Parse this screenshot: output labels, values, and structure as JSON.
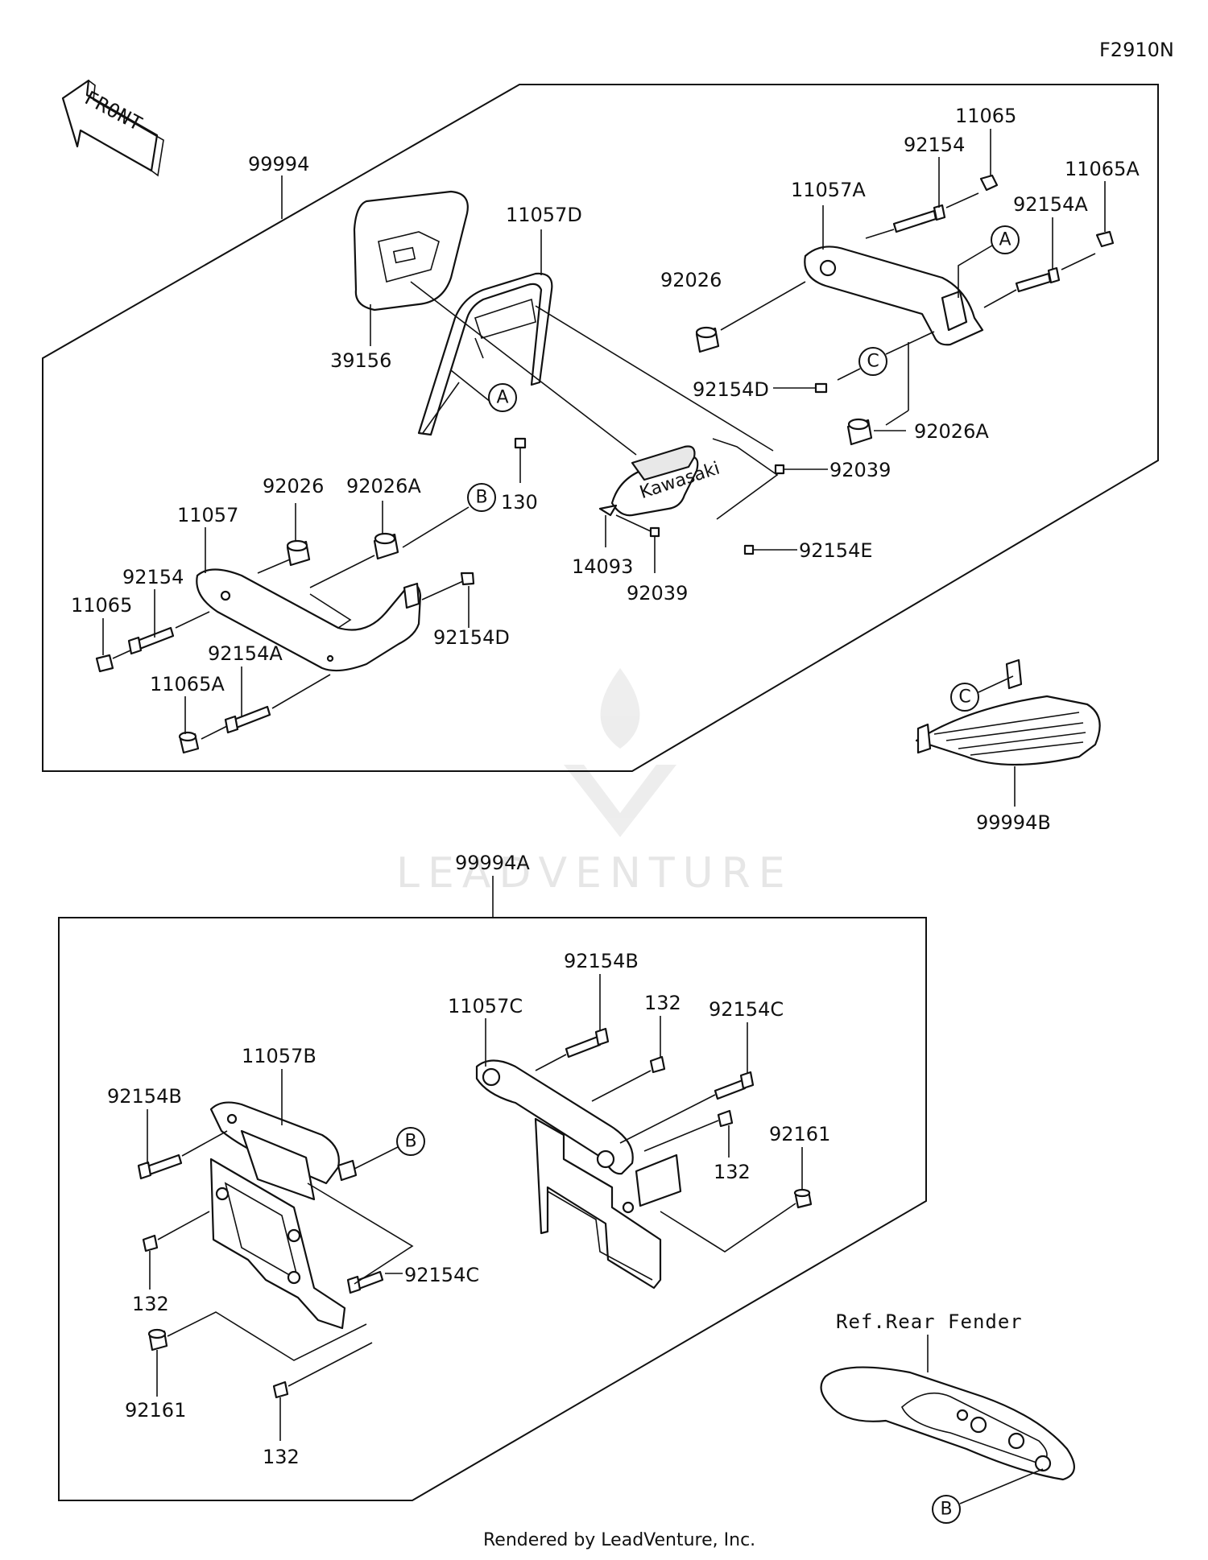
{
  "figure_id": "F2910N",
  "front_arrow_label": "FRONT",
  "footer": "Rendered by LeadVenture, Inc.",
  "watermark": "LEADVENTURE",
  "reference_label": "Ref.Rear Fender",
  "callouts": {
    "a1": "A",
    "a2": "A",
    "b1": "B",
    "b2": "B",
    "b3": "B",
    "c1": "C",
    "c2": "C"
  },
  "parts_upper": {
    "p99994": "99994",
    "p39156": "39156",
    "p11057D": "11057D",
    "p11057A": "11057A",
    "p92154_r": "92154",
    "p11065_r": "11065",
    "p92154A_r": "92154A",
    "p11065A_r": "11065A",
    "p92026_r": "92026",
    "p92154D_r": "92154D",
    "p92026A_r": "92026A",
    "p92039_a": "92039",
    "p92154E": "92154E",
    "p14093": "14093",
    "p92039_b": "92039",
    "p130": "130",
    "p92026_l": "92026",
    "p92026A_l": "92026A",
    "p11057": "11057",
    "p92154_l": "92154",
    "p11065_l": "11065",
    "p92154A_l": "92154A",
    "p11065A_l": "11065A",
    "p92154D_l": "92154D",
    "p99994B": "99994B"
  },
  "parts_lower": {
    "p99994A": "99994A",
    "p92154B_r": "92154B",
    "p11057C": "11057C",
    "p132_a": "132",
    "p92154C_r": "92154C",
    "p92161_r": "92161",
    "p132_b": "132",
    "p11057B": "11057B",
    "p92154B_l": "92154B",
    "p92154C_l": "92154C",
    "p132_c": "132",
    "p92161_l": "92161",
    "p132_d": "132"
  }
}
